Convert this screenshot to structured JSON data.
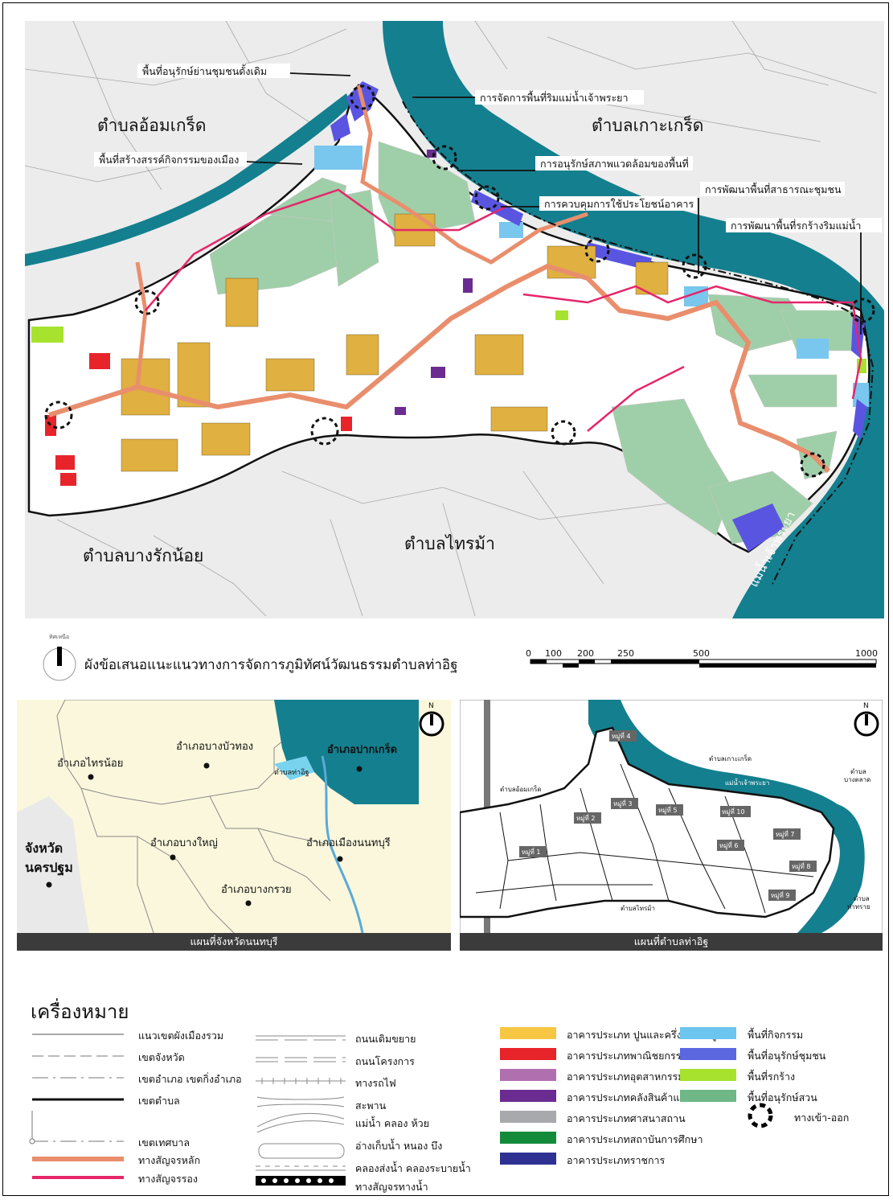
{
  "main_map": {
    "subdistricts": {
      "om_kret": "ตำบลอ้อมเกร็ด",
      "ko_kret": "ตำบลเกาะเกร็ด",
      "bang_rak_noi": "ตำบลบางรักน้อย",
      "sai_ma": "ตำบลไทรม้า"
    },
    "river_label": "แม่น้ำเจ้าพระยา",
    "callouts": [
      "พื้นที่อนุรักษ์ย่านชุมชนดั้งเดิม",
      "พื้นที่สร้างสรรค์กิจกรรมของเมือง",
      "การจัดการพื้นที่ริมแม่น้ำเจ้าพระยา",
      "การอนุรักษ์สภาพแวดล้อมของพื้นที่",
      "การควบคุมการใช้ประโยชน์อาคาร",
      "การพัฒนาพื้นที่สาธารณะชุมชน",
      "การพัฒนาพื้นที่รกร้างริมแม่น้ำ"
    ]
  },
  "north_arrow_label": "ทิศเหนือ",
  "title": "ผังข้อเสนอแนะแนวทางการจัดการภูมิทัศน์วัฒนธรรมตำบลท่าอิฐ",
  "scale_bar": {
    "ticks": [
      "0",
      "100",
      "200",
      "250",
      "500",
      "1000"
    ]
  },
  "province_map": {
    "caption": "แผนที่จังหวัดนนทบุรี",
    "north_label": "N",
    "districts": {
      "sai_noi": "อำเภอไทรน้อย",
      "bang_bua_thong": "อำเภอบางบัวทอง",
      "pak_kret": "อำเภอปากเกร็ด",
      "tha_it": "ตำบลท่าอิฐ",
      "bang_yai": "อำเภอบางใหญ่",
      "mueang": "อำเภอเมืองนนทบุรี",
      "bang_kruai": "อำเภอบางกรวย",
      "province_line1": "จังหวัด",
      "province_line2": "นครปฐม"
    }
  },
  "subdistrict_map": {
    "caption": "แผนที่ตำบลท่าอิฐ",
    "north_label": "N",
    "labels": {
      "ko_kret": "ตำบลเกาะเกร็ด",
      "om_kret": "ตำบลอ้อมเกร็ด",
      "river": "แม่น้ำเจ้าพระยา",
      "bang_talat_1": "ตำบล",
      "bang_talat_2": "บางตลาด",
      "sai_ma": "ตำบลไทรม้า",
      "tha_sai_1": "ตำบล",
      "tha_sai_2": "ท่าทราย"
    },
    "villages": [
      "หมู่ที่ 1",
      "หมู่ที่ 2",
      "หมู่ที่ 3",
      "หมู่ที่ 4",
      "หมู่ที่ 5",
      "หมู่ที่ 6",
      "หมู่ที่ 7",
      "หมู่ที่ 8",
      "หมู่ที่ 9",
      "หมู่ที่ 10"
    ]
  },
  "legend": {
    "title": "เครื่องหมาย",
    "lines": [
      "แนวเขตผังเมืองรวม",
      "เขตจังหวัด",
      "เขตอำเภอ เขตกิ่งอำเภอ",
      "เขตตำบล",
      "เขตเทศบาล",
      "ทางสัญจรหลัก",
      "ทางสัญจรรอง"
    ],
    "infra": [
      "ถนนเดิมขยาย",
      "ถนนโครงการ",
      "ทางรถไฟ",
      "สะพาน",
      "แม่น้ำ คลอง ห้วย",
      "อ่างเก็บน้ำ หนอง บึง",
      "คลองส่งน้ำ คลองระบายน้ำ",
      "ทางสัญจรทางน้ำ"
    ],
    "buildings": [
      {
        "label": "อาคารประเภท ปูนและครึ่งไม้ครึ่งปูน",
        "color": "#f7c744"
      },
      {
        "label": "อาคารประเภทพาณิชยกรรม",
        "color": "#e8242b"
      },
      {
        "label": "อาคารประเภทอุตสาหกรรม",
        "color": "#b070b0"
      },
      {
        "label": "อาคารประเภทคลังสินค้าและโกดัง",
        "color": "#6b2c91"
      },
      {
        "label": "อาคารประเภทศาสนาสถาน",
        "color": "#a7a9ac"
      },
      {
        "label": "อาคารประเภทสถาบันการศึกษา",
        "color": "#138b3a"
      },
      {
        "label": "อาคารประเภทราชการ",
        "color": "#2e3192"
      }
    ],
    "areas": [
      {
        "label": "พื้นที่กิจกรรม",
        "color": "#6cc5ee"
      },
      {
        "label": "พื้นที่อนุรักษ์ชุมชน",
        "color": "#5b67e0"
      },
      {
        "label": "พื้นที่รกร้าง",
        "color": "#a6e22e"
      },
      {
        "label": "พื้นที่อนุรักษ์สวน",
        "color": "#6fb787"
      },
      {
        "label": "ทางเข้า-ออก",
        "color": "#000000"
      }
    ]
  }
}
